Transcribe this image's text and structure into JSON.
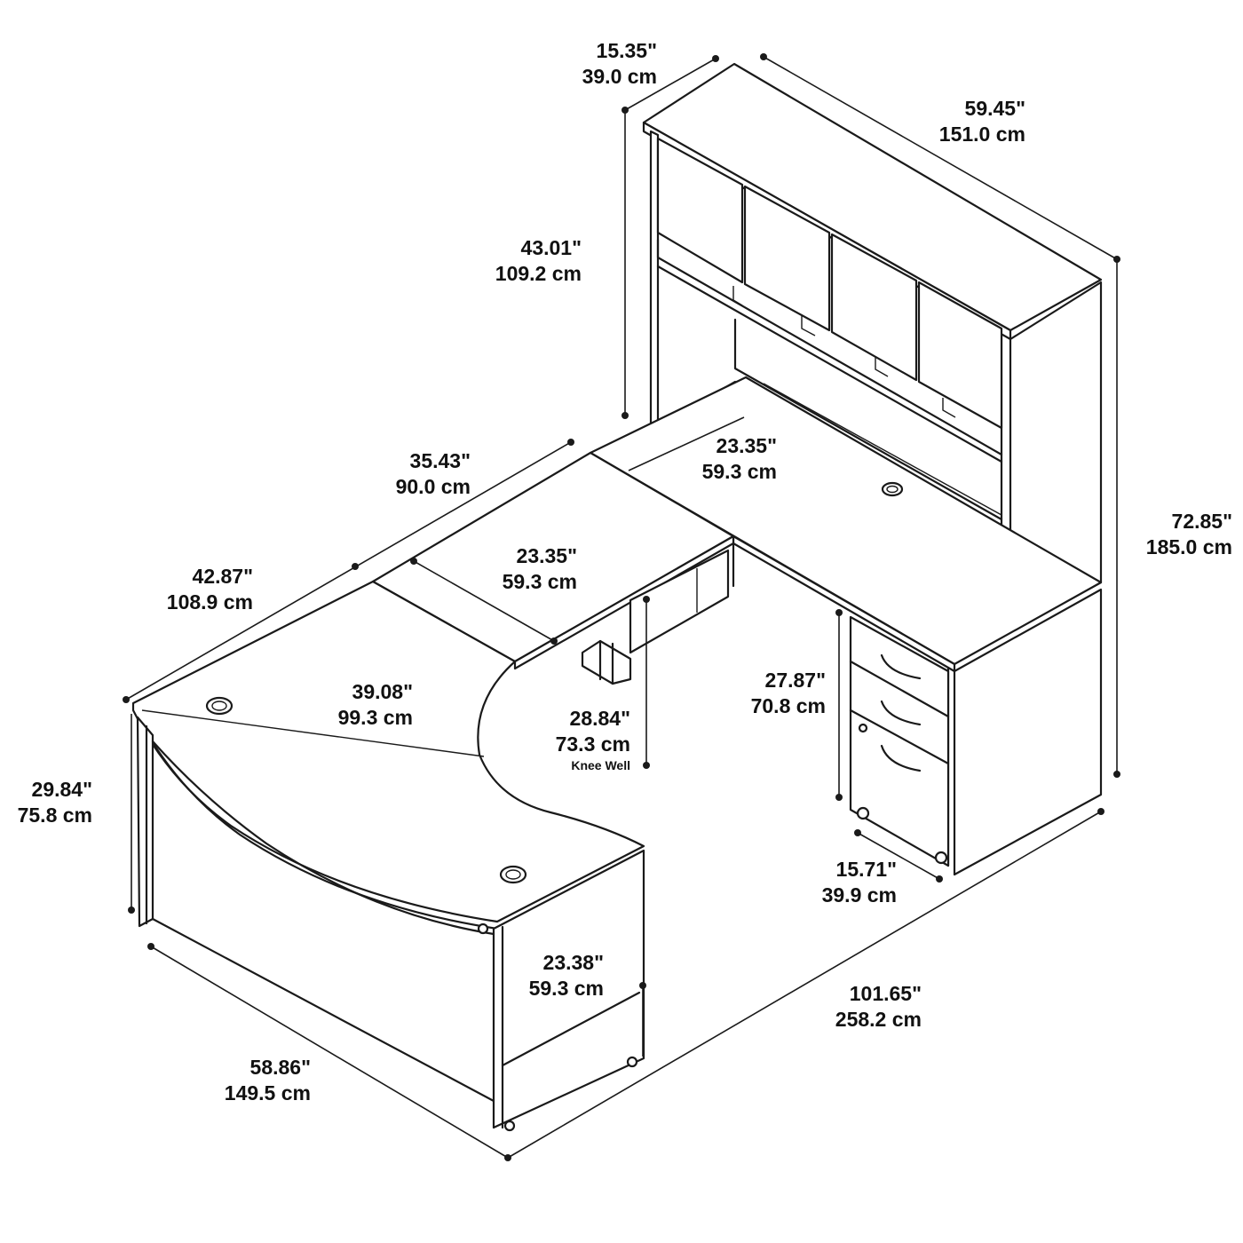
{
  "dimensions": [
    {
      "id": "hutch-depth",
      "inch": "15.35\"",
      "cm": "39.0 cm"
    },
    {
      "id": "hutch-width",
      "inch": "59.45\"",
      "cm": "151.0 cm"
    },
    {
      "id": "hutch-height",
      "inch": "43.01\"",
      "cm": "109.2 cm"
    },
    {
      "id": "total-height",
      "inch": "72.85\"",
      "cm": "185.0 cm"
    },
    {
      "id": "bridge-length",
      "inch": "35.43\"",
      "cm": "90.0 cm"
    },
    {
      "id": "credenza-depth",
      "inch": "23.35\"",
      "cm": "59.3 cm"
    },
    {
      "id": "bridge-depth",
      "inch": "23.35\"",
      "cm": "59.3 cm"
    },
    {
      "id": "overall-depth",
      "inch": "42.87\"",
      "cm": "108.9 cm"
    },
    {
      "id": "desk-depth",
      "inch": "39.08\"",
      "cm": "99.3 cm"
    },
    {
      "id": "knee-well",
      "inch": "28.84\"",
      "cm": "73.3 cm",
      "note": "Knee Well"
    },
    {
      "id": "pedestal-height",
      "inch": "27.87\"",
      "cm": "70.8 cm"
    },
    {
      "id": "desk-height",
      "inch": "29.84\"",
      "cm": "75.8 cm"
    },
    {
      "id": "pedestal-depth",
      "inch": "15.71\"",
      "cm": "39.9 cm"
    },
    {
      "id": "return-depth",
      "inch": "23.38\"",
      "cm": "59.3 cm"
    },
    {
      "id": "overall-width",
      "inch": "101.65\"",
      "cm": "258.2 cm"
    },
    {
      "id": "desk-width",
      "inch": "58.86\"",
      "cm": "149.5 cm"
    }
  ]
}
